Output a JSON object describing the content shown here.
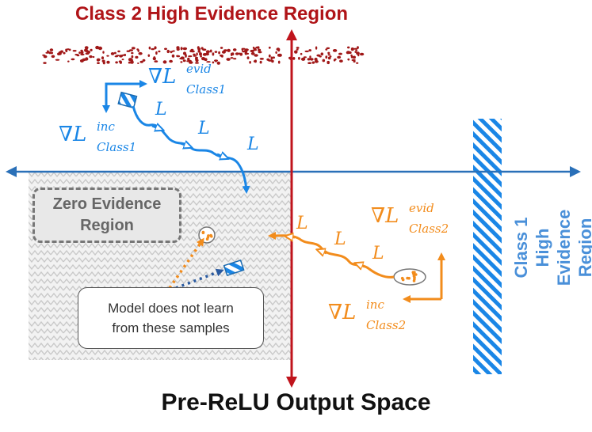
{
  "titles": {
    "top": "Class 2 High Evidence Region",
    "bottom": "Pre-ReLU Output Space",
    "right": "Class 1 High Evidence\nRegion"
  },
  "zero_evidence_label": "Zero Evidence\nRegion",
  "note": "Model does not learn\nfrom these samples",
  "gradients": {
    "nabla": "∇",
    "L": "L",
    "class1_evid": {
      "sup": "evid",
      "sub": "Class1"
    },
    "class1_inc": {
      "sup": "inc",
      "sub": "Class1"
    },
    "class2_evid": {
      "sup": "evid",
      "sub": "Class2"
    },
    "class2_inc": {
      "sup": "inc",
      "sub": "Class2"
    }
  },
  "loss_label": "L",
  "colors": {
    "class1": "#1a86e6",
    "class1_region": "#4a90d9",
    "class2": "#f28c1c",
    "class2_region": "#a01818",
    "y_axis": "#c0141c",
    "x_axis": "#2a70b8",
    "zero_region": "#e8e8e8",
    "text_dark": "#111111"
  }
}
